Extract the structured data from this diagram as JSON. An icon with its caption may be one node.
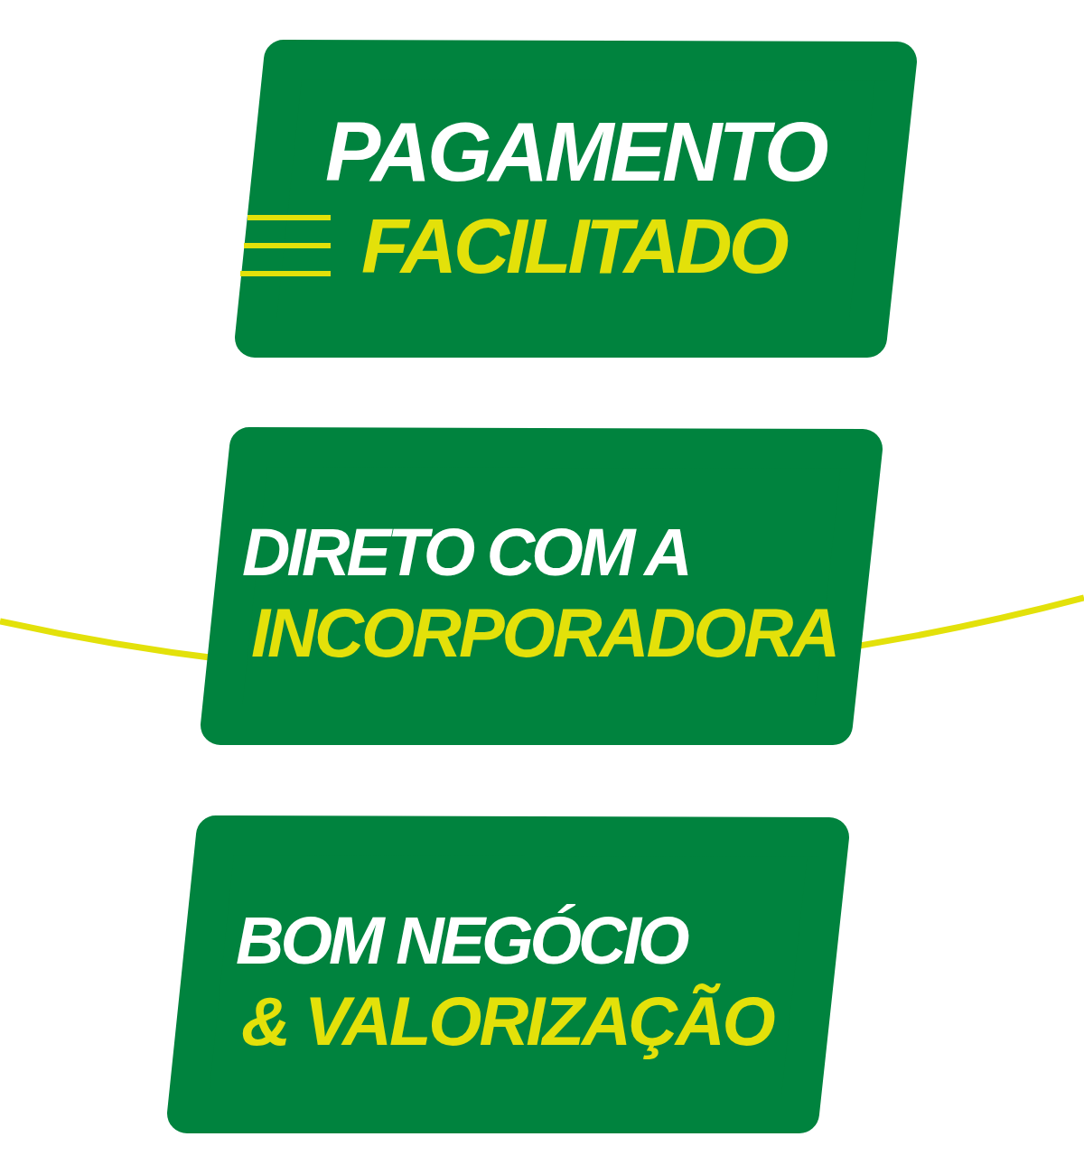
{
  "diagram": {
    "nodes": [
      {
        "text": [
          "PAGAMENTO",
          "FACILITADO"
        ]
      },
      {
        "text": [
          "DIRETO COM A",
          "INCORPORADORA"
        ]
      },
      {
        "text": [
          "BOM NEGÓCIO",
          "& VALORIZAÇÃO"
        ]
      }
    ]
  }
}
